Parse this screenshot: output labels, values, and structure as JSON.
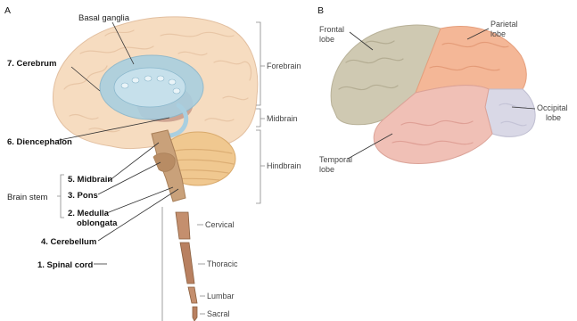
{
  "panels": {
    "a": "A",
    "b": "B"
  },
  "panel_a": {
    "labels": {
      "basal_ganglia": "Basal ganglia",
      "cerebrum": "7. Cerebrum",
      "diencephalon": "6. Diencephalon",
      "brain_stem": "Brain stem",
      "midbrain": "5. Midbrain",
      "pons": "3. Pons",
      "medulla_1": "2. Medulla",
      "medulla_2": "oblongata",
      "cerebellum": "4. Cerebellum",
      "spinal_cord": "1. Spinal cord"
    },
    "divisions": {
      "forebrain": "Forebrain",
      "midbrain": "Midbrain",
      "hindbrain": "Hindbrain"
    },
    "spinal_segments": {
      "cervical": "Cervical",
      "thoracic": "Thoracic",
      "lumbar": "Lumbar",
      "sacral": "Sacral"
    }
  },
  "panel_b": {
    "frontal_1": "Frontal",
    "frontal_2": "lobe",
    "parietal_1": "Parietal",
    "parietal_2": "lobe",
    "occipital_1": "Occipital",
    "occipital_2": "lobe",
    "temporal_1": "Temporal",
    "temporal_2": "lobe"
  },
  "colors": {
    "cerebrum": "#f6dcc0",
    "basal_ganglia": "#a9cfe0",
    "cerebellum": "#f0c890",
    "brainstem": "#c9a17a",
    "frontal": "#cfc9b2",
    "parietal": "#f4b797",
    "temporal": "#f0c0b6",
    "occipital": "#d9d8e6"
  }
}
